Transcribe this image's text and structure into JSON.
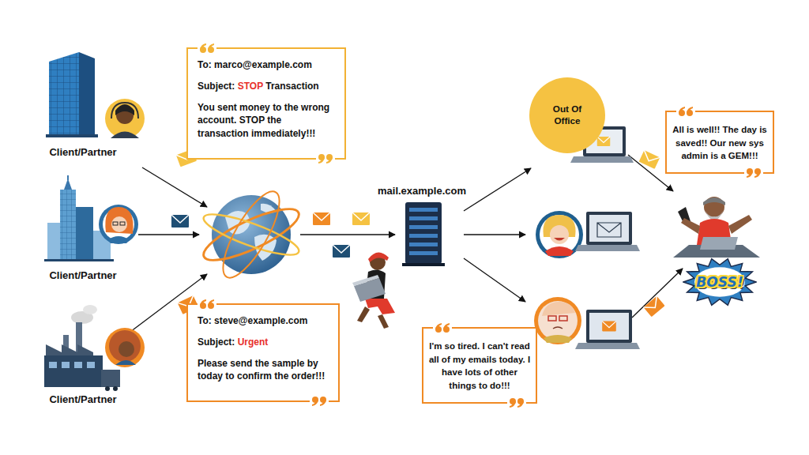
{
  "diagram": {
    "nodes": [
      {
        "text": [
          "To: marco@example.com",
          "Subject: STOP Transaction",
          "You sent money to the wrong account. STOP the transaction immediately!!!"
        ]
      },
      {
        "text": [
          "Out Of Office"
        ]
      },
      {
        "text": [
          "All is well!! The day is saved!! Our new sys admin is a GEM!!!"
        ]
      },
      {
        "text": [
          "BOSS!"
        ]
      },
      {
        "text": [
          "I'm so tired. I can't read all of my emails today. I have lots of other things to do!!!"
        ]
      },
      {
        "text": [
          "To: steve@example.com",
          "Subject: Urgent",
          "Please send the sample by today to confirm the order!!!"
        ]
      }
    ],
    "labels": [
      "Client/Partner",
      "Client/Partner",
      "Client/Partner",
      "mail.example.com"
    ]
  }
}
